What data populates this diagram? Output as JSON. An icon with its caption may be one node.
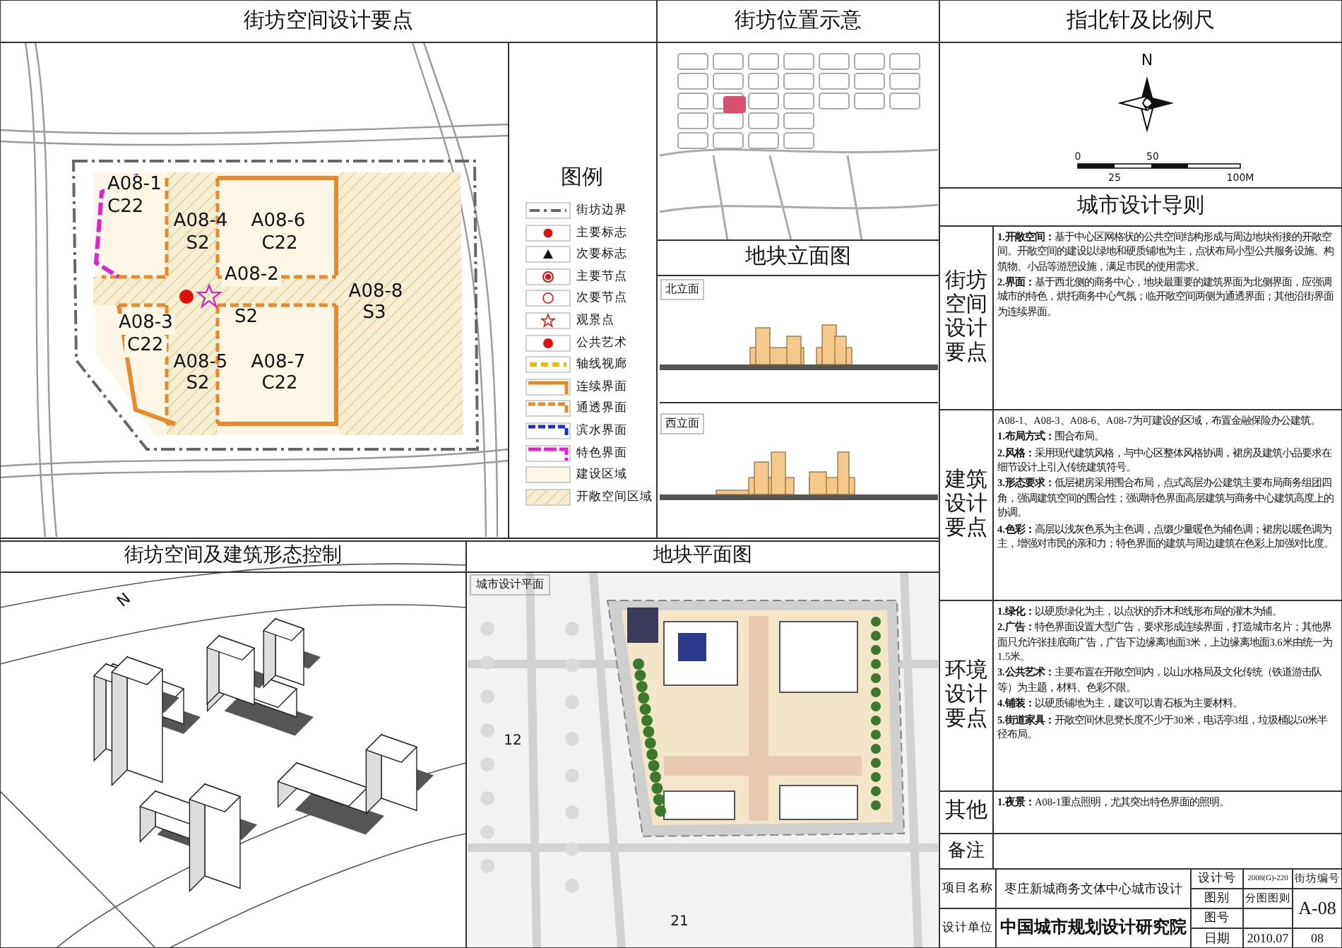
{
  "diagram": {
    "labels": [
      "街坊空间设计要点",
      "A08-1",
      "C22",
      "A08-4",
      "S2",
      "A08-6",
      "C22",
      "A08-2",
      "S2",
      "A08-8",
      "S3",
      "A08-3",
      "C22",
      "A08-5",
      "S2",
      "A08-7",
      "C22",
      "图例",
      "街坊位置示意",
      "地块立面图",
      "北立面",
      "西立面",
      "指北针及比例尺",
      "N",
      "0",
      "50",
      "25",
      "100M",
      "城市设计导则",
      "街坊空间设计要点",
      "**1.开敞空间：**基于中心区网格状的公共空间结构形成与周边地块衔接的开敞空间。开敞空间的建设以绿地和硬质铺地为主，点状布局小型公共服务设施、构筑物、小品等游憩设施，满足市民的使用需求。",
      "**2.界面：**基于西北侧的商务中心，地块最重要的建筑界面为北侧界面，应强调城市的特色，烘托商务中心气氛；临开敞空间两侧为通透界面；其他沿街界面为连续界面。",
      "建筑设计要点",
      "A08-1、A08-3、A08-6、A08-7为可建设的区域，布置金融保险办公建筑。",
      "**1.布局方式：**围合布局。",
      "**2.风格：**采用现代建筑风格，与中心区整体风格协调，裙房及建筑小品要求在细节设计上引入传统建筑符号。",
      "**3.形态要求：**低层裙房采用围合布局，点式高层办公建筑主要布局商务组团四角，强调建筑空间的围合性；强调特色界面高层建筑与商务中心建筑高度上的协调。",
      "**4.色彩：**高层以浅灰色系为主色调，点缀少量暖色为辅色调；裙房以暖色调为主，增强对市民的亲和力；特色界面的建筑与周边建筑在色彩上加强对比度。",
      "环境设计要点",
      "**1.绿化：**以硬质绿化为主，以点状的乔木和线形布局的灌木为辅。",
      "**2.广告：**特色界面设置大型广告，要求形成连续界面，打造城市名片；其他界面只允许张挂底商广告，广告下边缘离地面3米，上边缘离地面3.6米由统一为1.5米。",
      "**3.公共艺术：**主要布置在开敞空间内，以山水格局及文化传统（铁道游击队等）为主题，材料、色彩不限。",
      "**4.铺装：**以硬质铺地为主，建议可以青石板为主要材料。",
      "**5.街道家具：**开敞空间休息凳长度不少于30米，电话亭3组，垃圾桶以50米半径布局。",
      "其他",
      "**1.夜景：**A08-1重点照明，尤其突出特色界面的照明。",
      "备注",
      "项目名称",
      "枣庄新城商务文体中心城市设计",
      "设计号",
      "2008(G)-220",
      "街坊编号",
      "图别",
      "分图图则",
      "A-08",
      "图号",
      "设计单位",
      "中国城市规划设计研究院",
      "日期",
      "2010.07",
      "08",
      "街坊空间及建筑形态控制",
      "N",
      "地块平面图",
      "城市设计平面",
      "12",
      "21"
    ],
    "legend": [
      {
        "text": "街坊边界"
      },
      {
        "text": "主要标志"
      },
      {
        "text": "次要标志"
      },
      {
        "text": "主要节点"
      },
      {
        "text": "次要节点"
      },
      {
        "text": "观景点"
      },
      {
        "text": "公共艺术"
      },
      {
        "text": "轴线视廊"
      },
      {
        "text": "连续界面"
      },
      {
        "text": "通透界面"
      },
      {
        "text": "滨水界面"
      },
      {
        "text": "特色界面"
      },
      {
        "text": "建设区域",
        "color": "#fbf6e6"
      },
      {
        "text": "开敞空间区域"
      }
    ]
  }
}
